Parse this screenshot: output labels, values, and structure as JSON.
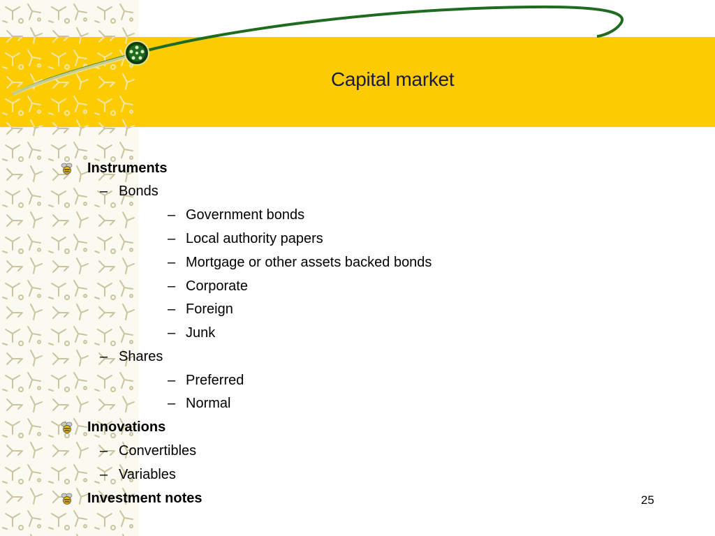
{
  "slide": {
    "title": "Capital market",
    "page_number": "25"
  },
  "outline": {
    "instruments": "Instruments",
    "bonds": "Bonds",
    "bond_types": [
      "Government bonds",
      "Local authority papers",
      "Mortgage or other assets backed bonds",
      "Corporate",
      "Foreign",
      "Junk"
    ],
    "shares": "Shares",
    "share_types": [
      "Preferred",
      "Normal"
    ],
    "innovations": "Innovations",
    "innovation_types": [
      "Convertibles",
      "Variables"
    ],
    "investment_notes": "Investment notes"
  },
  "sub_bullet_glyph": "–",
  "colors": {
    "title_band": "#fccc00",
    "swoosh": "#1f6b1f",
    "title_text": "#1a1a40",
    "pattern_stroke": "#c9c3a0"
  },
  "icons": {
    "bullet": "bee-bullet-icon",
    "logo": "globe-network-icon"
  }
}
